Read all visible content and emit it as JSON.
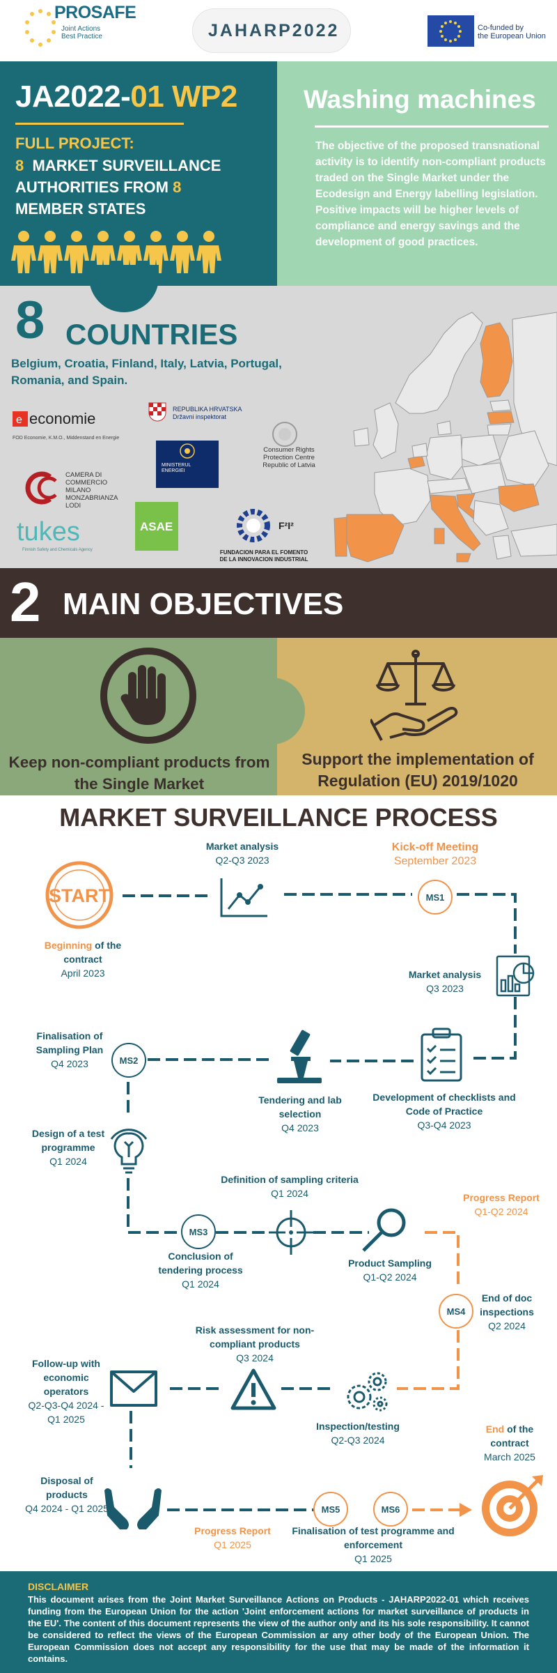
{
  "header": {
    "prosafe_name": "PROSAFE",
    "prosafe_tagline_1": "Joint Actions",
    "prosafe_tagline_2": "Best Practice",
    "jaharp_logo": "JAHARP2022",
    "eu_text_1": "Co-funded by",
    "eu_text_2": "the European Union"
  },
  "intro": {
    "title_a": "JA2022-",
    "title_b": "01 WP2",
    "full_project": "FULL PROJECT:",
    "ms_count": "8",
    "ms_text_1": "MARKET SURVEILLANCE",
    "ms_text_2": "AUTHORITIES FROM",
    "ms_count_2": "8",
    "ms_text_3": "MEMBER STATES",
    "washing": "Washing machines",
    "objective": "The objective of the proposed transnational activity is to identify non-compliant products traded on the Single Market under the Ecodesign and Energy labelling legislation. Positive impacts will be higher levels of compliance and energy savings and the development of good practices."
  },
  "countries": {
    "number": "8",
    "word": "COUNTRIES",
    "list": "Belgium, Croatia, Finland, Italy, Latvia, Portugal, Romania, and Spain.",
    "logos": {
      "economie": "economie",
      "economie_sub": "FOD Economie, K.M.O., Middenstand en Energie",
      "hr_1": "REPUBLIKA HRVATSKA",
      "hr_2": "Državni inspektorat",
      "energie_1": "MINISTERUL",
      "energie_2": "ENERGIEI",
      "latvia": "Consumer Rights Protection Centre Republic of Latvia",
      "cc_1": "CAMERA DI",
      "cc_2": "COMMERCIO",
      "cc_3": "MILANO",
      "cc_4": "MONZABRIANZA",
      "cc_5": "LODI",
      "tukes": "tukes",
      "tukes_sub": "Finnish Safety and Chemicals Agency",
      "asae": "ASAE",
      "fi_sym": "F²I²",
      "fi_name": "FUNDACION PARA EL FOMENTO DE LA INNOVACION INDUSTRIAL"
    }
  },
  "objectives": {
    "number": "2",
    "title": "MAIN OBJECTIVES",
    "left": "Keep non-compliant products from the Single Market",
    "right": "Support the implementation of Regulation (EU) 2019/1020"
  },
  "process": {
    "title": "MARKET SURVEILLANCE PROCESS",
    "start_label": "START",
    "beginning_o": "Beginning",
    "beginning_b": "of the contract",
    "beginning_d": "April 2023",
    "ma1_b": "Market analysis",
    "ma1_d": "Q2-Q3 2023",
    "kickoff_b": "Kick-off Meeting",
    "kickoff_d": "September 2023",
    "ms1": "MS1",
    "ma2_b": "Market analysis",
    "ma2_d": "Q3 2023",
    "checklist_b": "Development of checklists and Code of Practice",
    "checklist_d": "Q3-Q4 2023",
    "tender_b": "Tendering and lab selection",
    "tender_d": "Q4 2023",
    "ms2": "MS2",
    "final_b": "Finalisation of Sampling Plan",
    "final_d": "Q4 2023",
    "design_b": "Design of a test programme",
    "design_d": "Q1 2024",
    "criteria_b": "Definition of sampling criteria",
    "criteria_d": "Q1 2024",
    "ms3": "MS3",
    "conclusion_b": "Conclusion of tendering process",
    "conclusion_d": "Q1 2024",
    "sampling_b": "Product Sampling",
    "sampling_d": "Q1-Q2 2024",
    "pr1_b": "Progress Report",
    "pr1_d": "Q1-Q2 2024",
    "ms4": "MS4",
    "enddoc_b": "End of doc inspections",
    "enddoc_d": "Q2 2024",
    "risk_b": "Risk assessment for non-compliant products",
    "risk_d": "Q3 2024",
    "followup_b": "Follow-up with economic operators",
    "followup_d": "Q2-Q3-Q4 2024 - Q1 2025",
    "inspection_b": "Inspection/testing",
    "inspection_d": "Q2-Q3 2024",
    "disposal_b": "Disposal of products",
    "disposal_d": "Q4 2024 - Q1 2025",
    "pr2_b": "Progress Report",
    "pr2_d": "Q1 2025",
    "ms5": "MS5",
    "ms6": "MS6",
    "finalise_b": "Finalisation of test programme and enforcement",
    "finalise_d": "Q1 2025",
    "end_o": "End",
    "end_b": "of the contract",
    "end_d": "March 2025"
  },
  "disclaimer": {
    "title": "DISCLAIMER",
    "text": "This document arises from the Joint Market Surveillance Actions on Products - JAHARP2022-01 which receives funding from the European Union for the action 'Joint enforcement actions for market surveillance of products in the EU'. The content of this document represents the view of the author only and its his sole responsibility. It cannot be considered to reflect the views of the European Commission ar any other body of the European Union. The European Commission does not accept any responsibility for the use that may be made of the information it contains."
  },
  "colors": {
    "teal": "#1a6b76",
    "yellow": "#f5c64a",
    "green": "#a0d7b2",
    "dark": "#3d302d",
    "orange": "#f2934a",
    "olive": "#8aa87a",
    "gold": "#d4b46a"
  }
}
